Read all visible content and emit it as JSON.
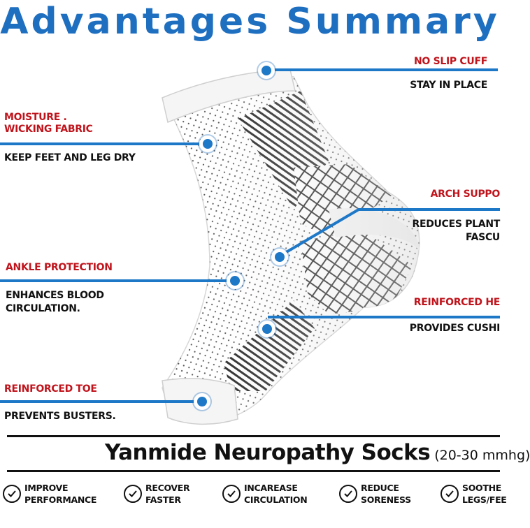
{
  "title": "Advantages Summary",
  "colors": {
    "title_blue": "#1f6fc0",
    "line_blue": "#1e78c8",
    "label_red": "#c0141c",
    "text_dark": "#111111"
  },
  "callouts": {
    "no_slip": {
      "title": "NO SLIP CUFF",
      "desc": "STAY IN PLACE"
    },
    "moisture": {
      "title": "MOISTURE .\nWICKING FABRIC",
      "desc": "KEEP FEET AND LEG DRY"
    },
    "arch": {
      "title": "ARCH SUPPO",
      "desc": "REDUCES PLANT\nFASCU"
    },
    "ankle": {
      "title": "ANKLE PROTECTION",
      "desc": "ENHANCES BLOOD\nCIRCULATION."
    },
    "heel": {
      "title": "REINFORCED HE",
      "desc": "PROVIDES CUSHI"
    },
    "toe": {
      "title": "REINFORCED TOE",
      "desc": "PREVENTS BUSTERS."
    }
  },
  "product": {
    "name": "Yanmide Neuropathy Socks",
    "spec": "(20-30 mmhg)"
  },
  "benefits": [
    {
      "label": "IMPROVE\nPERFORMANCE",
      "icon": "check-circle-icon"
    },
    {
      "label": "RECOVER\nFASTER",
      "icon": "check-circle-icon"
    },
    {
      "label": "INCAREASE\nCIRCULATION",
      "icon": "check-circle-icon"
    },
    {
      "label": "REDUCE\nSORENESS",
      "icon": "check-circle-icon"
    },
    {
      "label": "SOOTHE\nLEGS/FEE",
      "icon": "check-circle-icon"
    }
  ]
}
